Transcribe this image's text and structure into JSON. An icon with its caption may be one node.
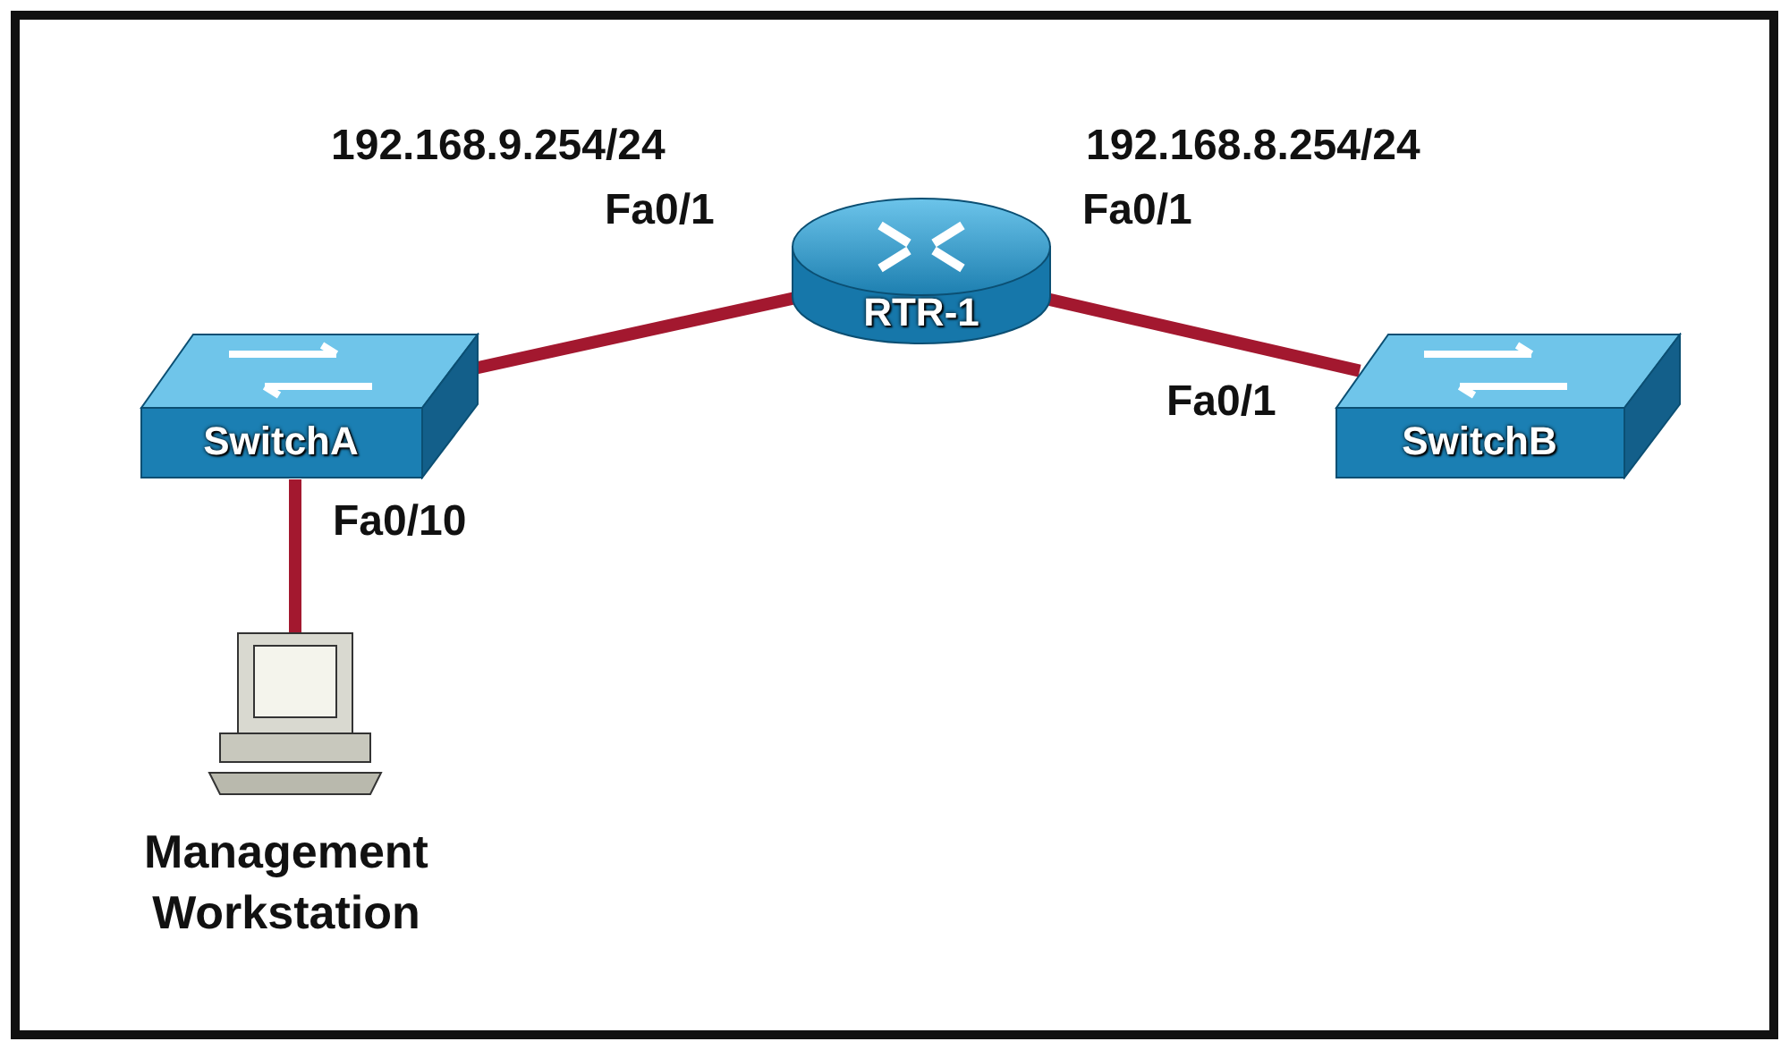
{
  "diagram": {
    "nodes": [
      {
        "text": [
          "RTR-1"
        ]
      },
      {
        "text": [
          "SwitchA"
        ]
      },
      {
        "text": [
          "SwitchB"
        ]
      },
      {
        "text": [
          "Management Workstation"
        ]
      }
    ],
    "edges": [
      {
        "from": 1,
        "to": 0,
        "arrow": "none",
        "color": "#a3182f"
      },
      {
        "from": 0,
        "to": 2,
        "arrow": "none",
        "color": "#a3182f"
      },
      {
        "from": 1,
        "to": 3,
        "arrow": "none",
        "color": "#a3182f"
      }
    ],
    "labels": [
      "192.168.9.254/24",
      "192.168.8.254/24",
      "Fa0/1",
      "Fa0/1",
      "Fa0/1",
      "Fa0/10"
    ]
  }
}
